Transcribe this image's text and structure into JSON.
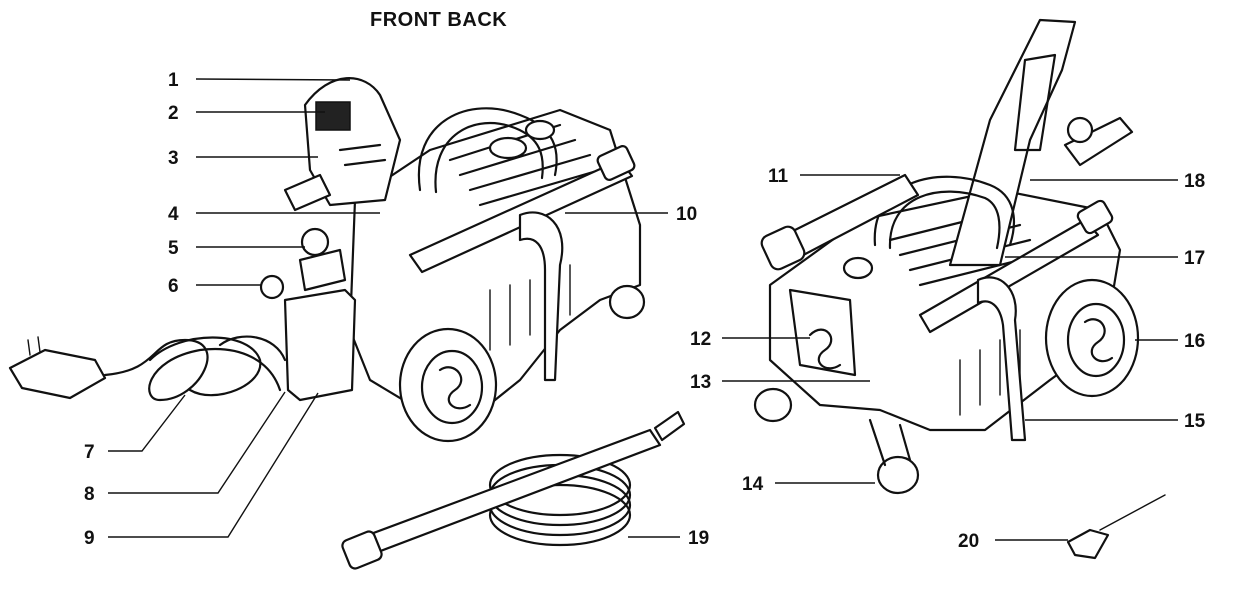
{
  "title": "FRONT BACK",
  "callouts": [
    "1",
    "2",
    "3",
    "4",
    "5",
    "6",
    "7",
    "8",
    "9",
    "10",
    "11",
    "12",
    "13",
    "14",
    "15",
    "16",
    "17",
    "18",
    "19",
    "20"
  ]
}
